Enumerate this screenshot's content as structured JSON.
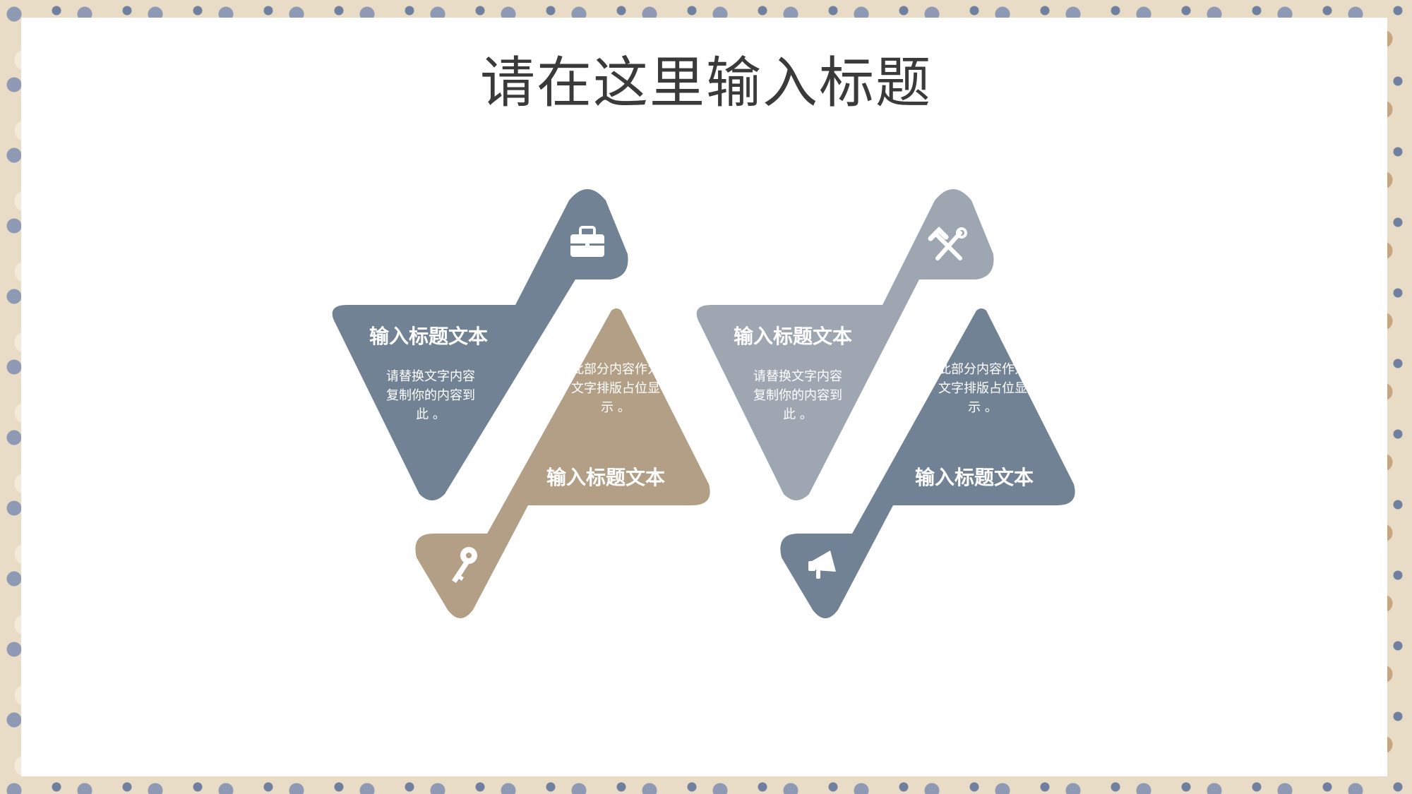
{
  "title": "请在这里输入标题",
  "colors": {
    "slate": "#728295",
    "tan": "#b29f86",
    "gray": "#9ea6b1",
    "white": "#ffffff"
  },
  "groups": [
    {
      "top_icon": "briefcase-icon",
      "bottom_icon": "key-icon",
      "left_heading": "输入标题文本",
      "left_body": "请替换文字内容复制你的内容到此 。",
      "right_body": "此部分内容作为文字排版占位显示 。",
      "right_heading": "输入标题文本"
    },
    {
      "top_icon": "hammer-wrench-icon",
      "bottom_icon": "megaphone-icon",
      "left_heading": "输入标题文本",
      "left_body": "请替换文字内容复制你的内容到此 。",
      "right_body": "此部分内容作为文字排版占位显示 。",
      "right_heading": "输入标题文本"
    }
  ]
}
